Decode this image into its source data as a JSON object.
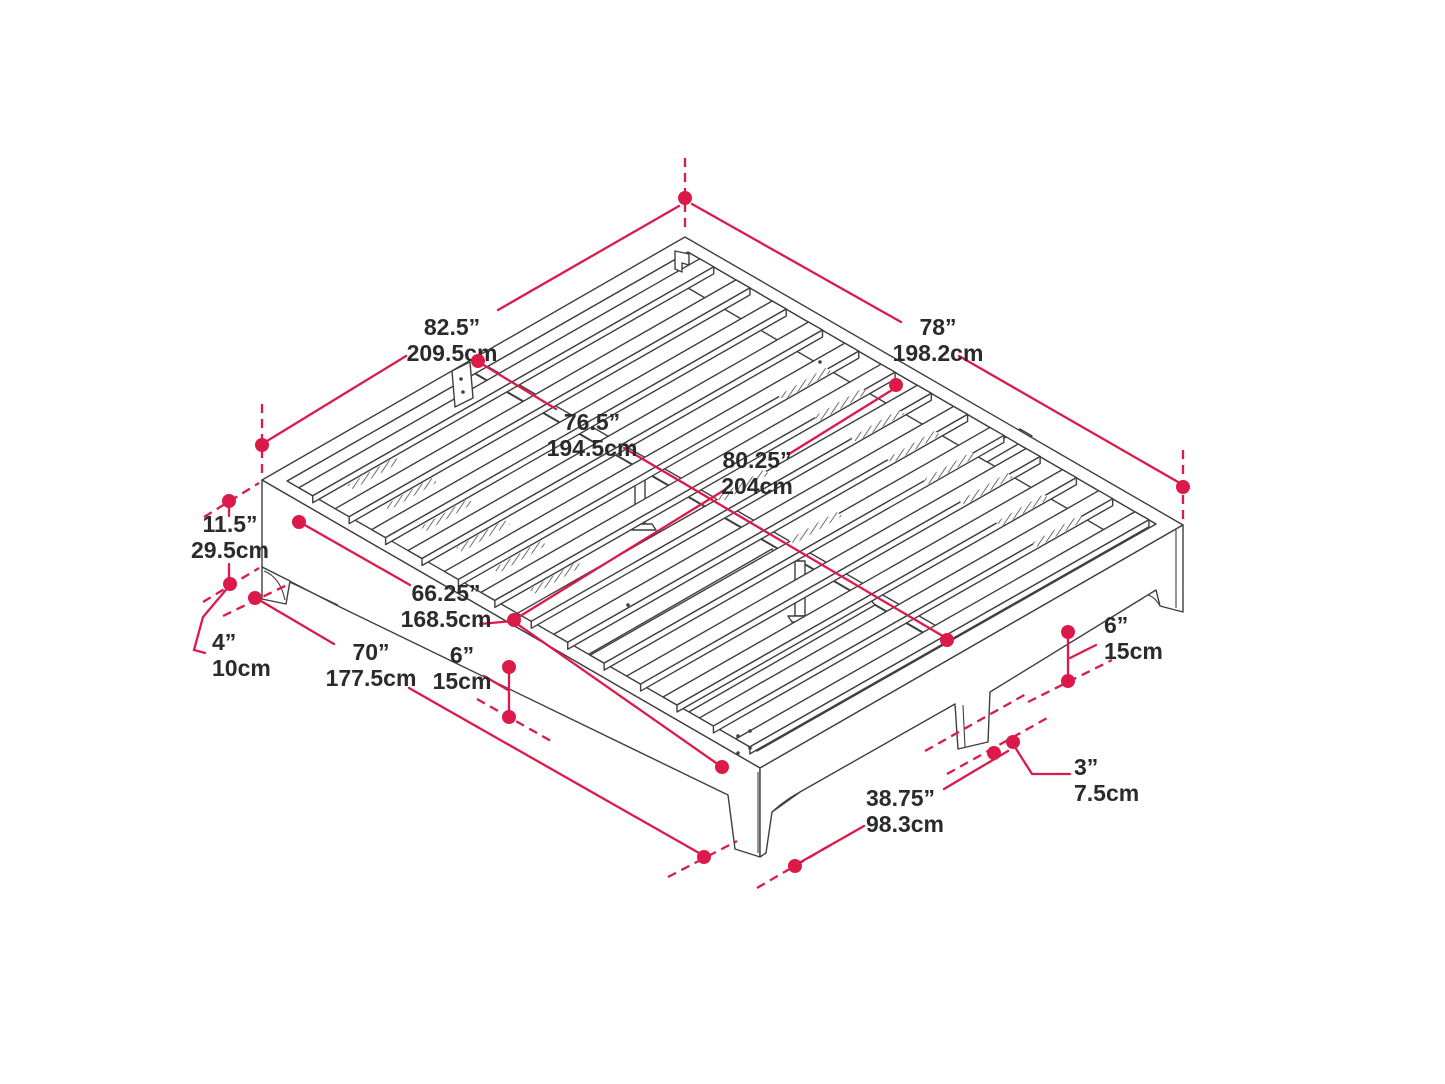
{
  "diagram": {
    "type": "isometric bed frame dimension diagram",
    "accent_color": "#dc1a4a",
    "line_color": "#3f3f3f",
    "dimensions": {
      "outer_length": {
        "in": "82.5”",
        "cm": "209.5cm"
      },
      "outer_width": {
        "in": "78”",
        "cm": "198.2cm"
      },
      "inner_width": {
        "in": "76.5”",
        "cm": "194.5cm"
      },
      "inner_diagonal": {
        "in": "80.25”",
        "cm": "204cm"
      },
      "side_height": {
        "in": "11.5”",
        "cm": "29.5cm"
      },
      "leg_foot": {
        "in": "4”",
        "cm": "10cm"
      },
      "base_length": {
        "in": "70”",
        "cm": "177.5cm"
      },
      "inner_base_length": {
        "in": "66.25”",
        "cm": "168.5cm"
      },
      "clearance_left": {
        "in": "6”",
        "cm": "15cm"
      },
      "clearance_right": {
        "in": "6”",
        "cm": "15cm"
      },
      "leg_depth": {
        "in": "3”",
        "cm": "7.5cm"
      },
      "leg_spacing": {
        "in": "38.75”",
        "cm": "98.3cm"
      }
    }
  }
}
